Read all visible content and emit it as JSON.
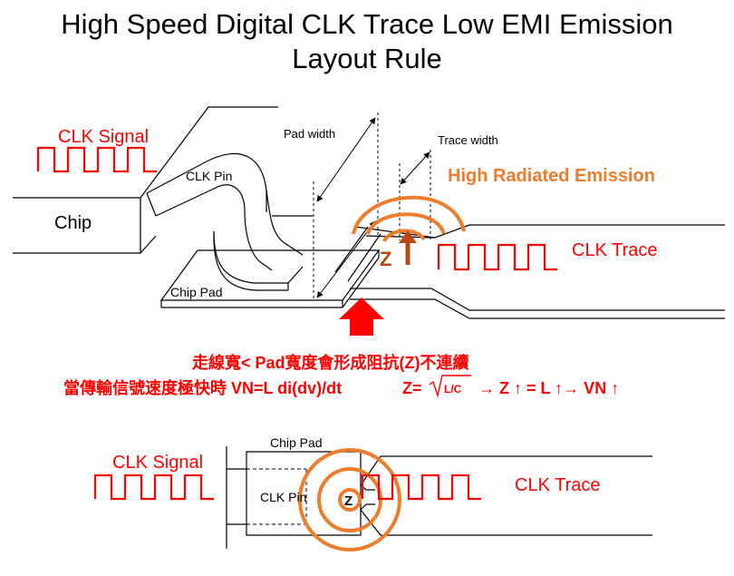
{
  "title_line1": "High Speed Digital CLK Trace Low EMI Emission",
  "title_line2": "Layout Rule",
  "labels": {
    "clk_signal": "CLK Signal",
    "chip": "Chip",
    "clk_pin": "CLK Pin",
    "chip_pad": "Chip Pad",
    "pad_width": "Pad width",
    "trace_width": "Trace width",
    "high_radiated_emission": "High Radiated Emission",
    "clk_trace": "CLK Trace",
    "z": "Z"
  },
  "explanation": {
    "line1": "走線寬< Pad寬度會形成阻抗(Z)不連續",
    "line2_prefix": "當傳輸信號速度極快時 VN=L di(dv)/dt",
    "z_eq": "Z=",
    "radicand": "L/C",
    "chain": "→ Z ↑ = L ↑→ VN ↑"
  },
  "colors": {
    "signal": "#ff0000",
    "emission": "#ee7d2b",
    "impedance_arrow": "#b5490f",
    "outline": "#000000"
  }
}
